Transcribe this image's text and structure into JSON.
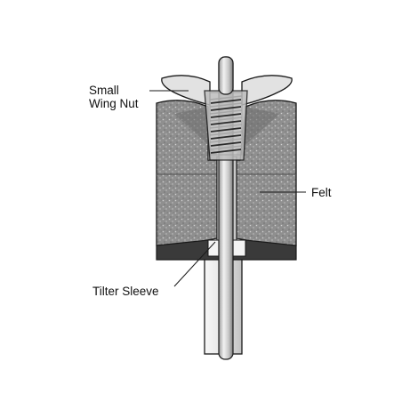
{
  "diagram": {
    "labels": {
      "wing_nut_line1": "Small",
      "wing_nut_line2": "Wing Nut",
      "felt": "Felt",
      "tilter_sleeve": "Tilter Sleeve"
    }
  },
  "colors": {
    "felt_fill": "#8c8c8c",
    "felt_speckle": "#c8c8c8",
    "felt_dark": "#5a5a5a",
    "base_cap": "#3a3a3a",
    "metal": "#d4d4d4",
    "metal_shadow": "#8a8a8a",
    "outline": "#1a1a1a"
  }
}
